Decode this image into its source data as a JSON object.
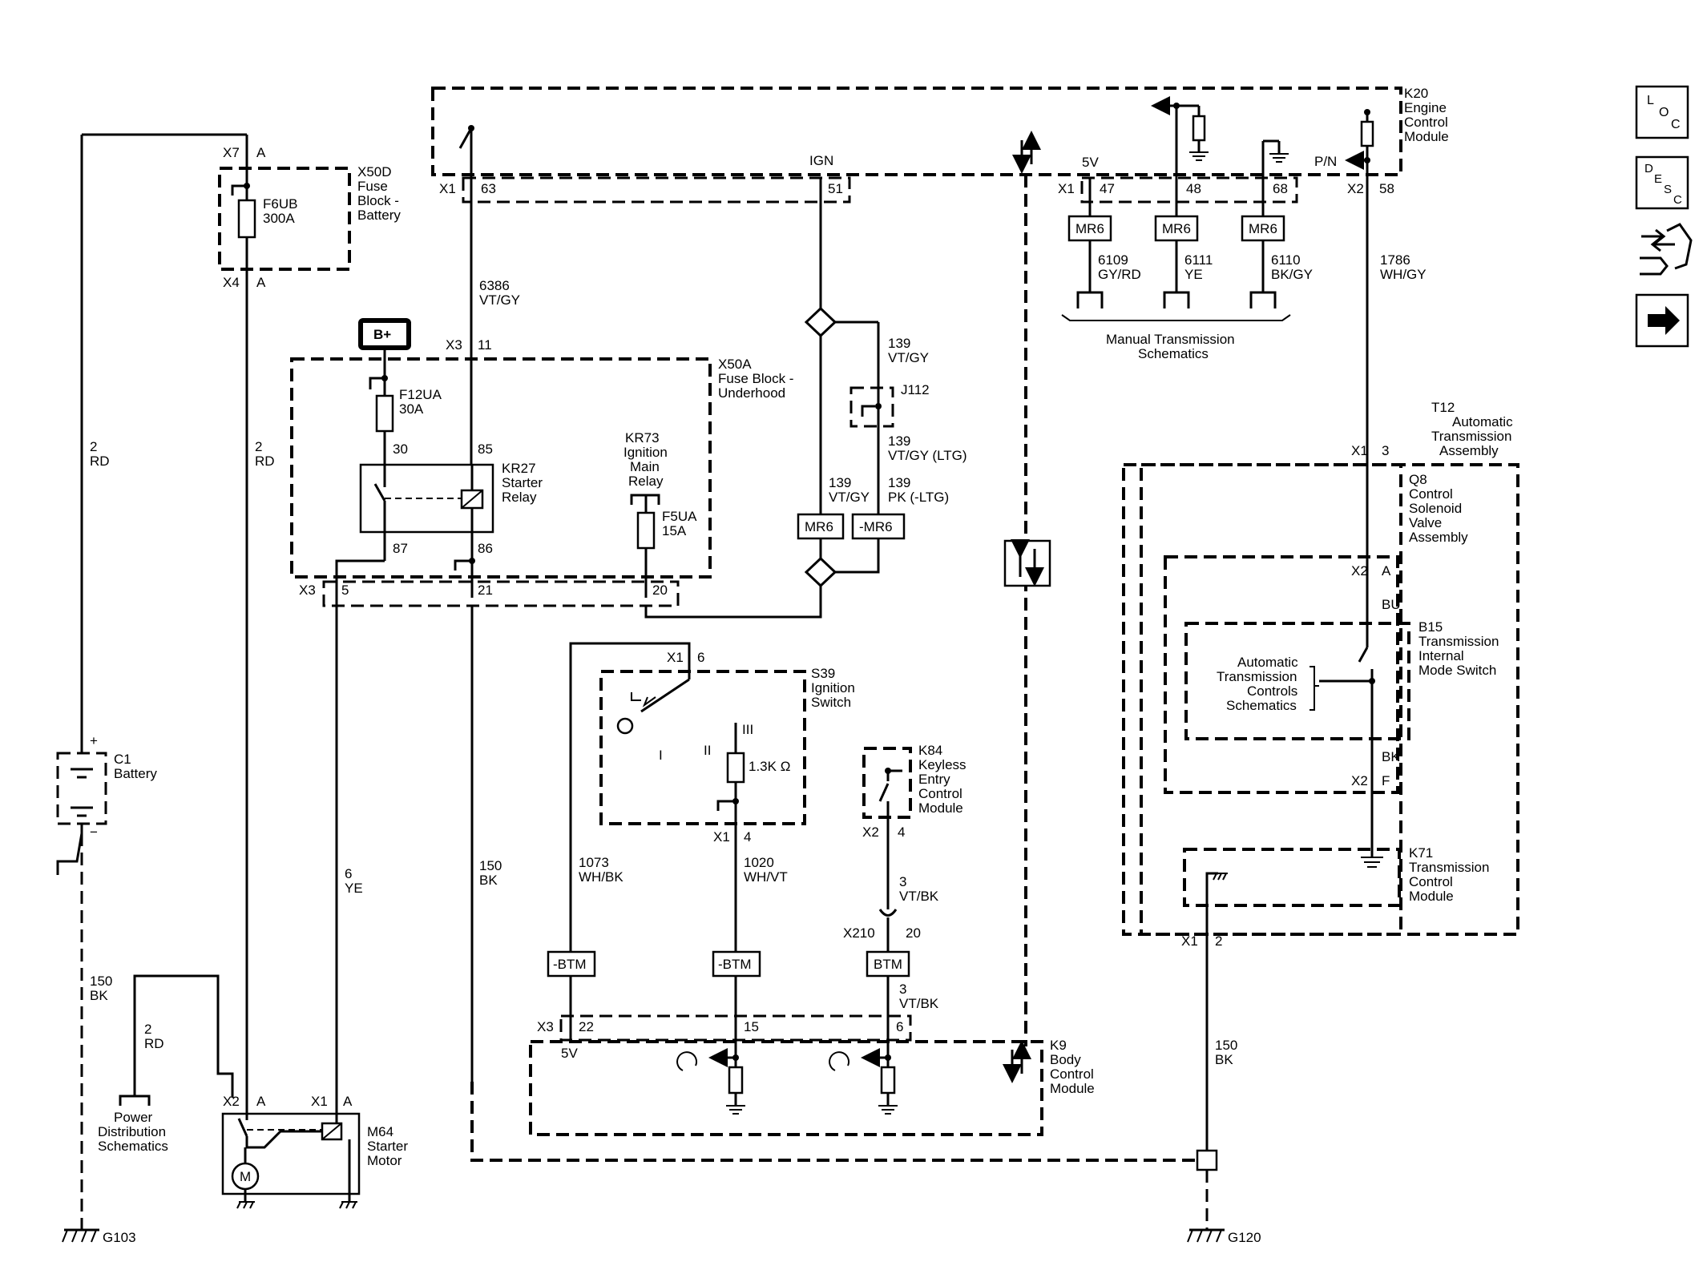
{
  "side_buttons": {
    "loc": "LOC",
    "desc": "DESC",
    "connector_icon": "connector-view-icon",
    "next_icon": "arrow-right-icon"
  },
  "k20": {
    "name": "K20",
    "l1": "Engine",
    "l2": "Control",
    "l3": "Module",
    "ign": "IGN",
    "v5": "5V",
    "pn": "P/N",
    "x1": "X1",
    "x2": "X2",
    "p63": "63",
    "p51": "51",
    "p47": "47",
    "p48": "48",
    "p68": "68",
    "p58": "58"
  },
  "mr6": {
    "a": "MR6",
    "b": "MR6",
    "c": "MR6",
    "d": "MR6",
    "e": "-MR6"
  },
  "wires_top": {
    "w6109n": "6109",
    "w6109c": "GY/RD",
    "w6111n": "6111",
    "w6111c": "YE",
    "w6110n": "6110",
    "w6110c": "BK/GY",
    "w1786n": "1786",
    "w1786c": "WH/GY",
    "w6386n": "6386",
    "w6386c": "VT/GY"
  },
  "manual": {
    "l1": "Manual Transmission",
    "l2": "Schematics"
  },
  "x50d": {
    "name": "X50D",
    "l1": "Fuse",
    "l2": "Block -",
    "l3": "Battery",
    "x7": "X7",
    "x4": "X4",
    "a1": "A",
    "a2": "A",
    "fuse": "F6UB",
    "amp": "300A"
  },
  "bplus": "B+",
  "x50a": {
    "name": "X50A",
    "l1": "Fuse Block -",
    "l2": "Underhood",
    "x3top": "X3",
    "p11": "11",
    "fuse": "F12UA",
    "amp": "30A",
    "p30": "30",
    "p85": "85",
    "p87": "87",
    "p86": "86",
    "x3bot": "X3",
    "p5": "5",
    "p21": "21",
    "p20": "20"
  },
  "kr27": {
    "name": "KR27",
    "l1": "Starter",
    "l2": "Relay"
  },
  "kr73": {
    "name": "KR73",
    "l1": "Ignition",
    "l2": "Main",
    "l3": "Relay",
    "fuse": "F5UA",
    "amp": "15A"
  },
  "j112": {
    "name": "J112",
    "w139n1": "139",
    "w139c1": "VT/GY",
    "w139n2": "139",
    "w139c2": "VT/GY (LTG)",
    "w139n3": "139",
    "w139c3": "VT/GY",
    "w139n4": "139",
    "w139c4": "PK (-LTG)"
  },
  "t12": {
    "name": "T12",
    "l1": "Automatic",
    "l2": "Transmission",
    "l3": "Assembly",
    "x1": "X1",
    "p3": "3"
  },
  "q8": {
    "name": "Q8",
    "l1": "Control",
    "l2": "Solenoid",
    "l3": "Valve",
    "l4": "Assembly",
    "x2": "X2",
    "pa": "A",
    "bu": "BU"
  },
  "b15": {
    "name": "B15",
    "l1": "Transmission",
    "l2": "Internal",
    "l3": "Mode Switch",
    "s1": "Automatic",
    "s2": "Transmission",
    "s3": "Controls",
    "s4": "Schematics",
    "bk": "BK",
    "x2": "X2",
    "pf": "F"
  },
  "k71": {
    "name": "K71",
    "l1": "Transmission",
    "l2": "Control",
    "l3": "Module",
    "x1": "X1",
    "p2": "2"
  },
  "battery": {
    "name": "C1",
    "l1": "Battery",
    "plus": "+",
    "minus": "−"
  },
  "left_wires": {
    "w2a": "2",
    "w2ac": "RD",
    "w2b": "2",
    "w2bc": "RD",
    "w6": "6",
    "w6c": "YE",
    "w150a": "150",
    "w150ac": "BK",
    "w150b": "150",
    "w150bc": "BK",
    "w2c": "2",
    "w2cc": "RD",
    "w150c": "150",
    "w150cc": "BK"
  },
  "power_dist": {
    "l1": "Power",
    "l2": "Distribution",
    "l3": "Schematics"
  },
  "m64": {
    "name": "M64",
    "l1": "Starter",
    "l2": "Motor",
    "x2": "X2",
    "a1": "A",
    "x1": "X1",
    "a2": "A",
    "m": "M"
  },
  "s39": {
    "name": "S39",
    "l1": "Ignition",
    "l2": "Switch",
    "x1top": "X1",
    "p6": "6",
    "iii": "III",
    "i": "I",
    "ii": "II",
    "res": "1.3K Ω",
    "x1bot": "X1",
    "p4": "4"
  },
  "k84": {
    "name": "K84",
    "l1": "Keyless",
    "l2": "Entry",
    "l3": "Control",
    "l4": "Module",
    "x2": "X2",
    "p4": "4",
    "w3n": "3",
    "w3c": "VT/BK",
    "x210": "X210",
    "p20": "20",
    "w3n2": "3",
    "w3c2": "VT/BK"
  },
  "btm_wires": {
    "w1073n": "1073",
    "w1073c": "WH/BK",
    "w1020n": "1020",
    "w1020c": "WH/VT",
    "btm1": "-BTM",
    "btm2": "-BTM",
    "btm3": "BTM"
  },
  "k9": {
    "name": "K9",
    "l1": "Body",
    "l2": "Control",
    "l3": "Module",
    "x3": "X3",
    "p22": "22",
    "p15": "15",
    "p6": "6",
    "v5": "5V"
  },
  "grounds": {
    "g103": "G103",
    "g120": "G120"
  }
}
